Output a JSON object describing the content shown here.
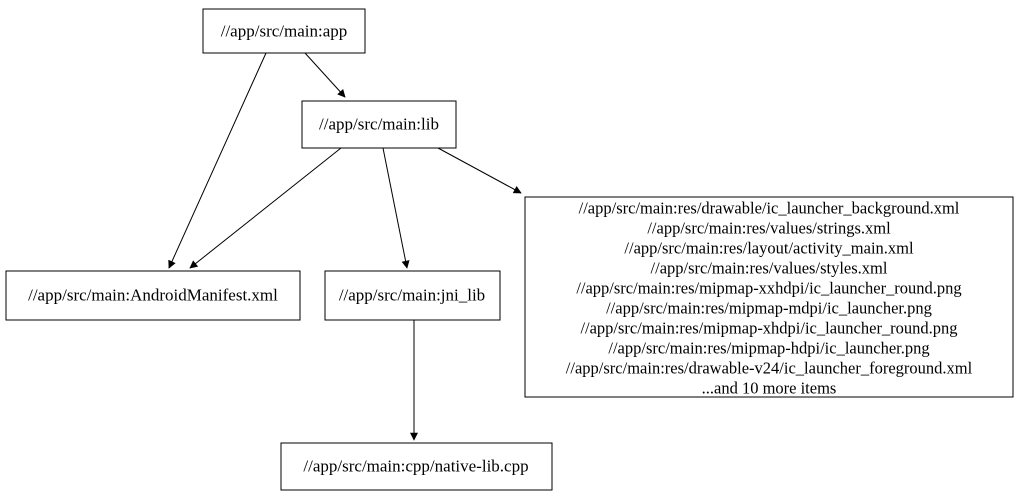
{
  "diagram": {
    "type": "dependency-graph",
    "background_color": "#ffffff",
    "stroke_color": "#000000",
    "text_color": "#000000",
    "nodes": {
      "app": {
        "label": "//app/src/main:app"
      },
      "lib": {
        "label": "//app/src/main:lib"
      },
      "manifest": {
        "label": "//app/src/main:AndroidManifest.xml"
      },
      "jni_lib": {
        "label": "//app/src/main:jni_lib"
      },
      "native": {
        "label": "//app/src/main:cpp/native-lib.cpp"
      },
      "res": {
        "lines": [
          "//app/src/main:res/drawable/ic_launcher_background.xml",
          "//app/src/main:res/values/strings.xml",
          "//app/src/main:res/layout/activity_main.xml",
          "//app/src/main:res/values/styles.xml",
          "//app/src/main:res/mipmap-xxhdpi/ic_launcher_round.png",
          "//app/src/main:res/mipmap-mdpi/ic_launcher.png",
          "//app/src/main:res/mipmap-xhdpi/ic_launcher_round.png",
          "//app/src/main:res/mipmap-hdpi/ic_launcher.png",
          "//app/src/main:res/drawable-v24/ic_launcher_foreground.xml",
          "...and 10 more items"
        ]
      }
    },
    "edges": [
      {
        "from": "app",
        "to": "manifest"
      },
      {
        "from": "app",
        "to": "lib"
      },
      {
        "from": "lib",
        "to": "manifest"
      },
      {
        "from": "lib",
        "to": "jni_lib"
      },
      {
        "from": "lib",
        "to": "res"
      },
      {
        "from": "jni_lib",
        "to": "native"
      }
    ]
  }
}
